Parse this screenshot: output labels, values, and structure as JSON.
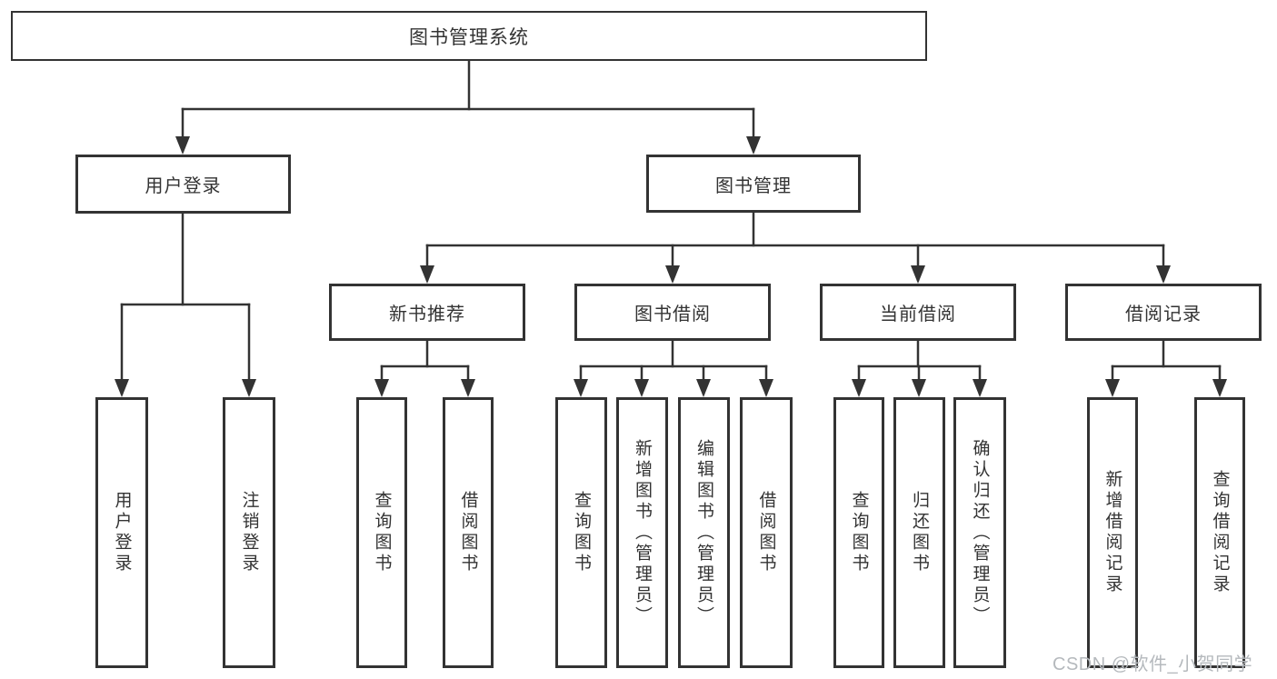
{
  "diagram": {
    "root": {
      "label": "图书管理系统"
    },
    "branches": [
      {
        "label": "用户登录",
        "children": [
          {
            "label": "用户登录"
          },
          {
            "label": "注销登录"
          }
        ]
      },
      {
        "label": "图书管理",
        "children": [
          {
            "label": "新书推荐",
            "children": [
              {
                "label": "查询图书"
              },
              {
                "label": "借阅图书"
              }
            ]
          },
          {
            "label": "图书借阅",
            "children": [
              {
                "label": "查询图书"
              },
              {
                "label": "新增图书（管理员）"
              },
              {
                "label": "编辑图书（管理员）"
              },
              {
                "label": "借阅图书"
              }
            ]
          },
          {
            "label": "当前借阅",
            "children": [
              {
                "label": "查询图书"
              },
              {
                "label": "归还图书"
              },
              {
                "label": "确认归还（管理员）"
              }
            ]
          },
          {
            "label": "借阅记录",
            "children": [
              {
                "label": "新增借阅记录"
              },
              {
                "label": "查询借阅记录"
              }
            ]
          }
        ]
      }
    ]
  },
  "watermark": {
    "text": "CSDN @软件_小贺同学"
  },
  "colors": {
    "line": "#333333",
    "text": "#333333",
    "background": "#ffffff",
    "watermark": "#b5b9bd"
  }
}
